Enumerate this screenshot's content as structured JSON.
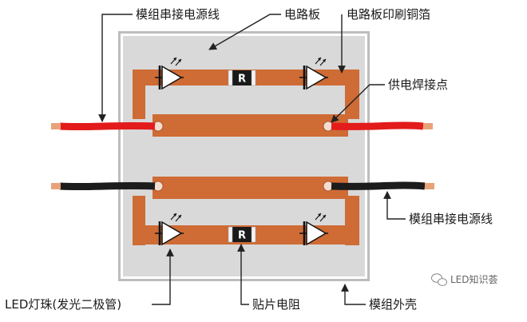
{
  "labels": {
    "series_power_line_top": "模组串接电源线",
    "pcb": "电路板",
    "pcb_copper": "电路板印刷铜箔",
    "solder_point": "供电焊接点",
    "series_power_line_bottom": "模组串接电源线",
    "led": "LED灯珠(发光二极管)",
    "smd_resistor": "贴片电阻",
    "module_shell": "模组外壳"
  },
  "components": {
    "resistor_top_mark": "R",
    "resistor_bottom_mark": "R"
  },
  "watermark": {
    "text": "LED知识荟",
    "icon": "wechat-icon"
  },
  "colors": {
    "copper": "#cf6b35",
    "board": "#d8d8d8",
    "shell_outer": "#bdbdbd",
    "wire_red": "#e31b1b",
    "wire_black": "#1c1c1c",
    "wire_tip": "#e8a27a"
  }
}
